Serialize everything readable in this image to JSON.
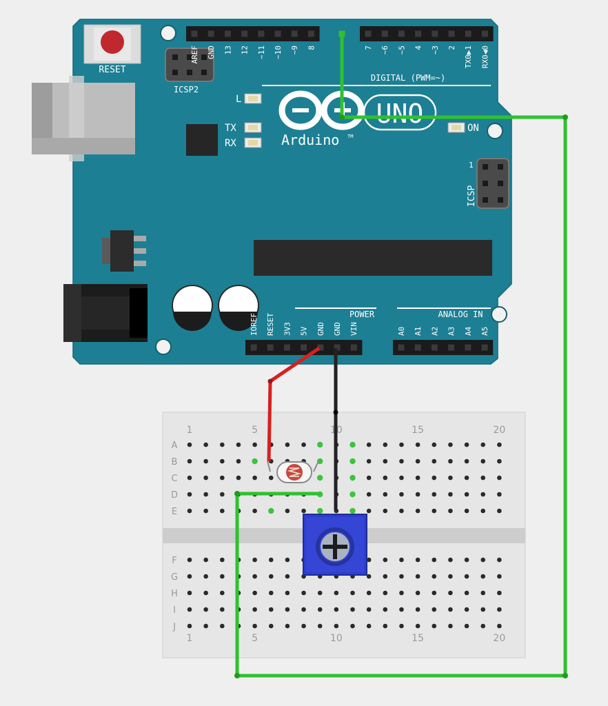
{
  "arduino": {
    "reset_label": "RESET",
    "icsp2_label": "ICSP2",
    "icsp_label": "ICSP",
    "icsp_pin1": "1",
    "logo_text": "Arduino",
    "logo_tm": "TM",
    "uno_text": "UNO",
    "led_l": "L",
    "led_tx": "TX",
    "led_rx": "RX",
    "led_on": "ON",
    "digital_label": "DIGITAL (PWM=~)",
    "power_label": "POWER",
    "analog_label": "ANALOG IN",
    "digital_pins_left": [
      "AREF",
      "GND",
      "13",
      "12",
      "~11",
      "~10",
      "~9",
      "8"
    ],
    "digital_pins_right": [
      "7",
      "~6",
      "~5",
      "4",
      "~3",
      "2",
      "TX0▶1",
      "RX0◀0"
    ],
    "power_pins": [
      "IOREF",
      "RESET",
      "3V3",
      "5V",
      "GND",
      "GND",
      "VIN"
    ],
    "analog_pins": [
      "A0",
      "A1",
      "A2",
      "A3",
      "A4",
      "A5"
    ]
  },
  "breadboard": {
    "rows_top": [
      "A",
      "B",
      "C",
      "D",
      "E"
    ],
    "rows_bottom": [
      "F",
      "G",
      "H",
      "I",
      "J"
    ],
    "col_numbers": [
      "1",
      "5",
      "10",
      "15",
      "20"
    ]
  },
  "wires": {
    "signal_color": "#2fc12f",
    "power_color": "#d81f1f",
    "ground_color": "#222222"
  },
  "colors": {
    "board": "#1d7f93",
    "pot": "#2e3fcf"
  }
}
